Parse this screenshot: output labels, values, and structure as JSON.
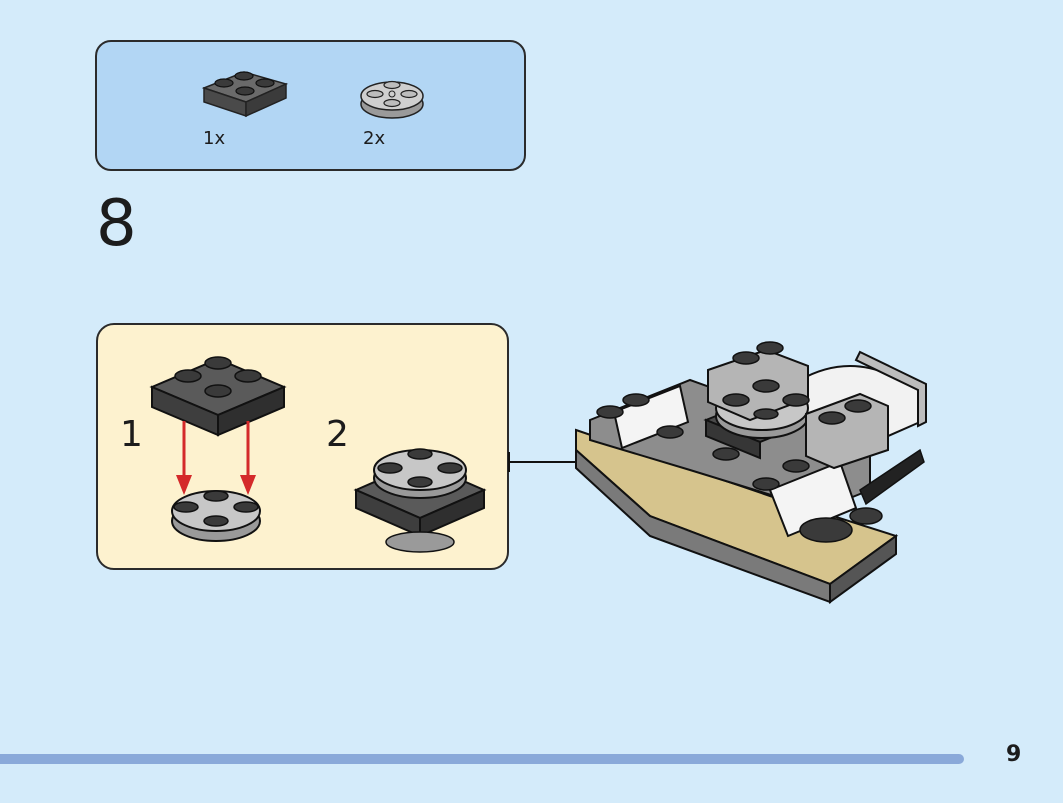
{
  "parts_list": {
    "items": [
      {
        "name": "dark-grey-2x2-plate",
        "quantity": "1x"
      },
      {
        "name": "light-grey-2x2-round-plate",
        "quantity": "2x"
      }
    ]
  },
  "step": {
    "number": "8",
    "substeps": [
      {
        "number": "1"
      },
      {
        "number": "2"
      }
    ]
  },
  "page": {
    "number": "9"
  },
  "colors": {
    "background": "#d4ebfa",
    "parts_box": "#b2d6f4",
    "substep_box": "#fdf2cf",
    "arrow": "#d42a2a",
    "dark_grey": "#4d4d4d",
    "light_grey": "#c7c7c7",
    "tan": "#d6c48d",
    "progress_bar": "#8aa9d9"
  }
}
